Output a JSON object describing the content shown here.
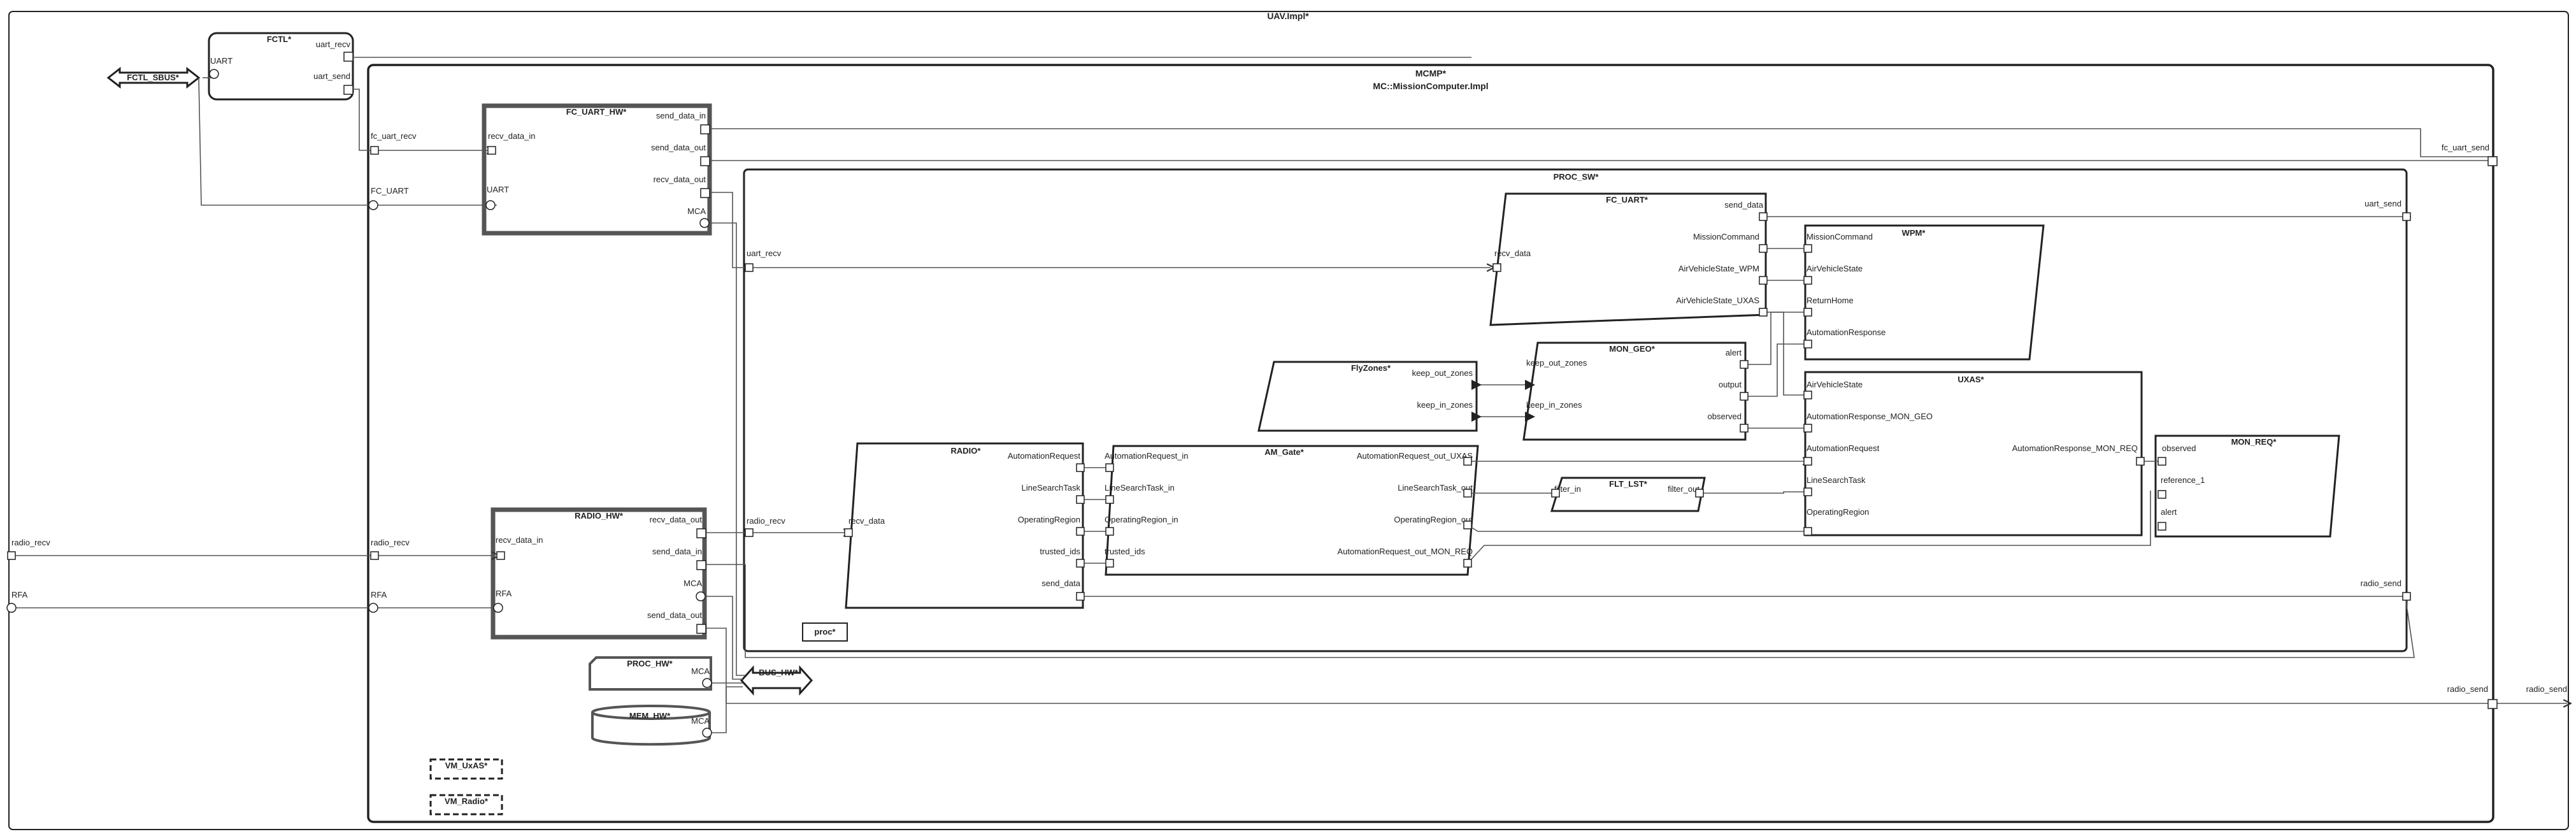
{
  "title": "UAV.Impl*",
  "mcmp": {
    "name": "MCMP*",
    "subtitle": "MC::MissionComputer.Impl"
  },
  "fctl": {
    "name": "FCTL*",
    "ports": {
      "uart": "UART",
      "uart_recv": "uart_recv",
      "uart_send": "uart_send"
    }
  },
  "fctl_sbus": "FCTL_SBUS*",
  "fc_uart_hw": {
    "name": "FC_UART_HW*",
    "ports": {
      "recv_data_in": "recv_data_in",
      "uart": "UART",
      "send_data_in": "send_data_in",
      "send_data_out": "send_data_out",
      "recv_data_out": "recv_data_out",
      "mca": "MCA"
    }
  },
  "radio_hw": {
    "name": "RADIO_HW*",
    "ports": {
      "recv_data_in": "recv_data_in",
      "rfa": "RFA",
      "recv_data_out": "recv_data_out",
      "send_data_in": "send_data_in",
      "mca": "MCA",
      "send_data_out": "send_data_out"
    }
  },
  "proc_hw": {
    "name": "PROC_HW*",
    "mca": "MCA"
  },
  "mem_hw": {
    "name": "MEM_HW*",
    "mca": "MCA"
  },
  "bus_hw": "BUS_HW*",
  "vm_uxas": "VM_UxAS*",
  "vm_radio": "VM_Radio*",
  "proc_sw": {
    "name": "PROC_SW*",
    "proc": "proc*"
  },
  "fc_uart": {
    "name": "FC_UART*",
    "ports": {
      "recv_data": "recv_data",
      "send_data": "send_data",
      "mission_command": "MissionCommand",
      "av_state_wpm": "AirVehicleState_WPM",
      "av_state_uxas": "AirVehicleState_UXAS"
    }
  },
  "wpm": {
    "name": "WPM*",
    "ports": {
      "mission_command": "MissionCommand",
      "av_state": "AirVehicleState",
      "return_home": "ReturnHome",
      "automation_response": "AutomationResponse"
    }
  },
  "flyzones": {
    "name": "FlyZones*",
    "ports": {
      "keep_out_zones": "keep_out_zones",
      "keep_in_zones": "keep_in_zones"
    }
  },
  "mon_geo": {
    "name": "MON_GEO*",
    "ports": {
      "keep_out_zones": "keep_out_zones",
      "keep_in_zones": "keep_in_zones",
      "alert": "alert",
      "output": "output",
      "observed": "observed"
    }
  },
  "uxas": {
    "name": "UXAS*",
    "ports": {
      "av_state": "AirVehicleState",
      "ar_mon_geo": "AutomationResponse_MON_GEO",
      "automation_request": "AutomationRequest",
      "line_search_task": "LineSearchTask",
      "operating_region": "OperatingRegion",
      "ar_mon_req": "AutomationResponse_MON_REQ"
    }
  },
  "mon_req": {
    "name": "MON_REQ*",
    "ports": {
      "observed": "observed",
      "reference_1": "reference_1",
      "alert": "alert"
    }
  },
  "radio": {
    "name": "RADIO*",
    "ports": {
      "recv_data": "recv_data",
      "automation_request": "AutomationRequest",
      "line_search_task": "LineSearchTask",
      "operating_region": "OperatingRegion",
      "trusted_ids": "trusted_ids",
      "send_data": "send_data"
    }
  },
  "am_gate": {
    "name": "AM_Gate*",
    "ports": {
      "ar_in": "AutomationRequest_in",
      "lst_in": "LineSearchTask_in",
      "or_in": "OperatingRegion_in",
      "trusted_ids": "trusted_ids",
      "ar_out_uxas": "AutomationRequest_out_UXAS",
      "lst_out": "LineSearchTask_out",
      "or_out": "OperatingRegion_out",
      "ar_out_mon_req": "AutomationRequest_out_MON_REQ"
    }
  },
  "flt_lst": {
    "name": "FLT_LST*",
    "ports": {
      "filter_in": "filter_in",
      "filter_out": "filter_out"
    }
  },
  "labels": {
    "fc_uart_recv": "fc_uart_recv",
    "fc_uart": "FC_UART",
    "uart_recv": "uart_recv",
    "fc_uart_send": "fc_uart_send",
    "uart_send": "uart_send",
    "radio_recv_outer": "radio_recv",
    "radio_recv_mcmp": "radio_recv",
    "radio_recv_sw": "radio_recv",
    "rfa_outer": "RFA",
    "rfa_mcmp": "RFA",
    "radio_send_sw": "radio_send",
    "radio_send_mcmp": "radio_send",
    "radio_send_outer": "radio_send"
  },
  "colors": {
    "line": "#222222",
    "wire": "#555555",
    "background": "#ffffff"
  }
}
